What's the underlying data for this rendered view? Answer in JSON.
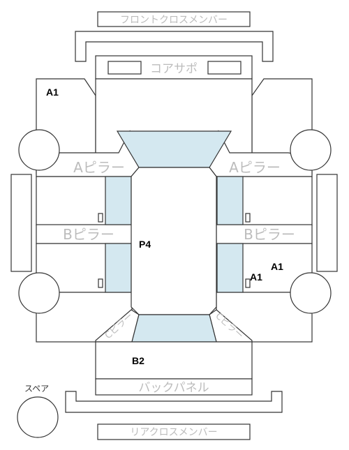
{
  "labels": {
    "front_cross_member": "フロントクロスメンバー",
    "core_support": "コアサポ",
    "a_pillar_left": "Aピラー",
    "a_pillar_right": "Aピラー",
    "b_pillar_left": "Bピラー",
    "b_pillar_right": "Bピラー",
    "c_pillar_left": "Cピラー",
    "c_pillar_right": "Cピラー",
    "back_panel": "バックパネル",
    "rear_cross_member": "リアクロスメンバー",
    "spare": "スペア"
  },
  "marks": {
    "a1_top_left": "A1",
    "p4_roof": "P4",
    "a1_right_small": "A1",
    "a1_right_large": "A1",
    "b2_trunk": "B2"
  },
  "colors": {
    "glass": "#d4e8f0",
    "outline": "#333333",
    "ghost_text": "#bcbcbc"
  }
}
